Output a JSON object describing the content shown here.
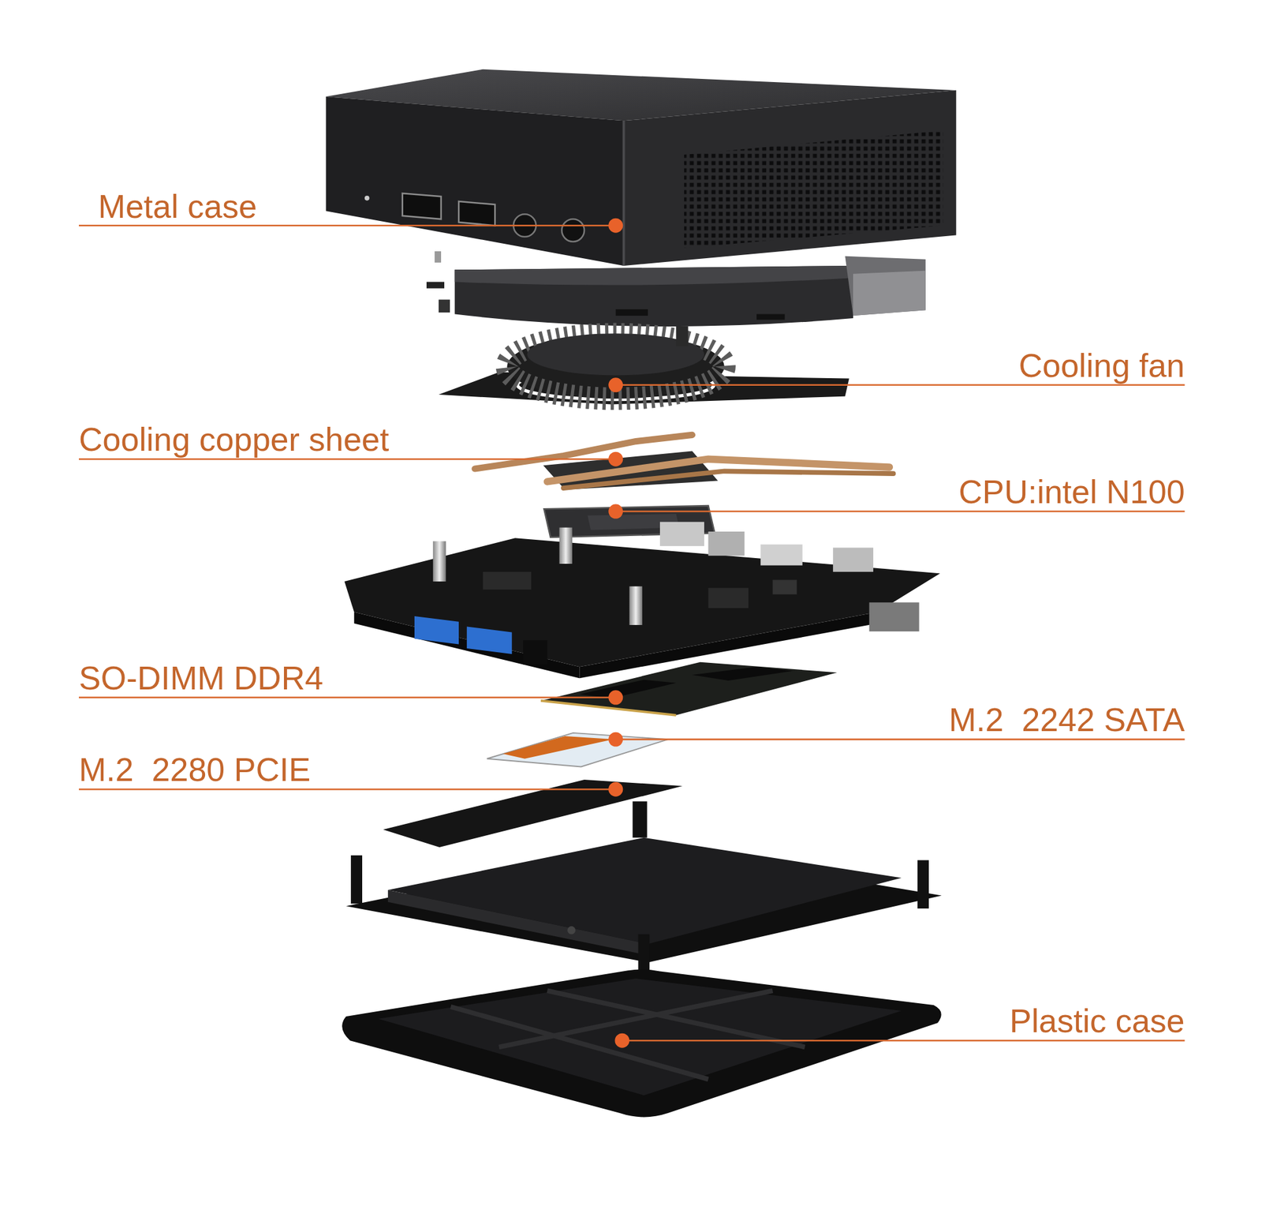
{
  "diagram": {
    "labels": [
      "Metal case",
      "Cooling fan",
      "Cooling copper sheet",
      "CPU:intel N100",
      "SO-DIMM DDR4",
      "M.2  2242 SATA",
      "M.2  2280 PCIE",
      "Plastic case"
    ]
  }
}
